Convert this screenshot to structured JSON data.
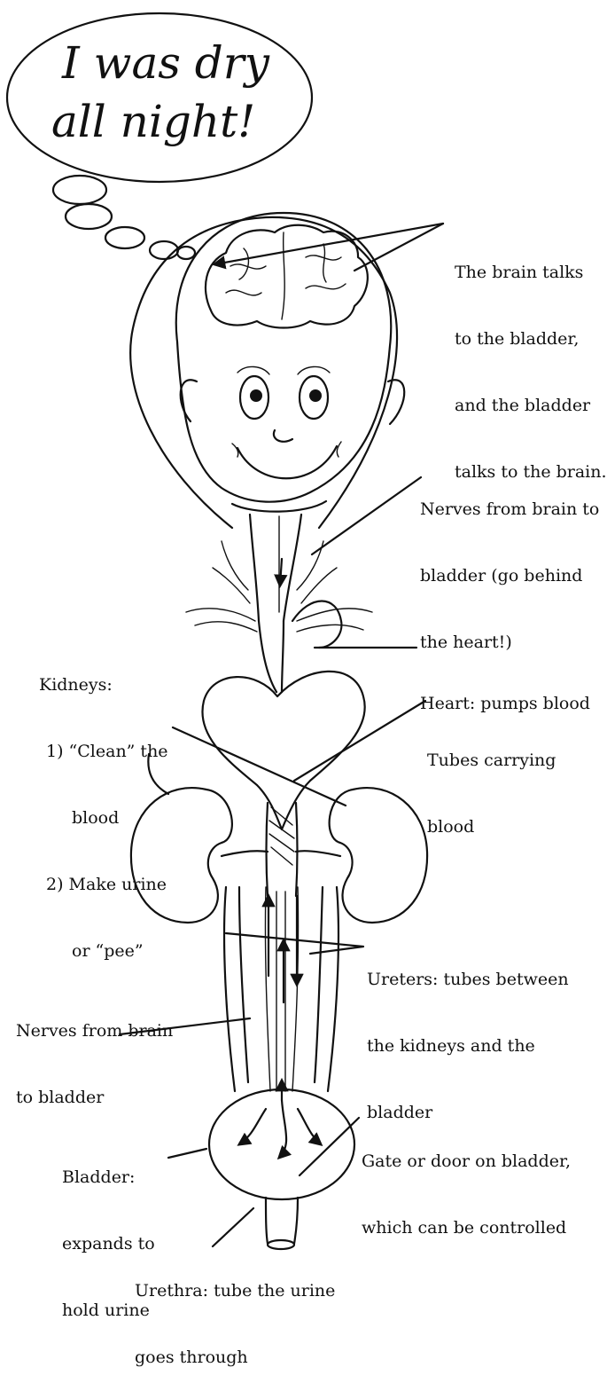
{
  "speech_bubble": {
    "line1": "I was dry",
    "line2": "all night!"
  },
  "labels": {
    "brain": [
      "The brain talks",
      "to the bladder,",
      "and the bladder",
      "talks to the brain."
    ],
    "nerves_upper": [
      "Nerves from brain to",
      "bladder (go behind",
      "the heart!)"
    ],
    "kidneys": [
      "Kidneys:",
      "1) “Clean” the",
      "blood",
      "2) Make urine",
      "or “pee”"
    ],
    "heart": [
      "Heart: pumps blood"
    ],
    "tubes": [
      "Tubes carrying",
      "blood"
    ],
    "ureters": [
      "Ureters: tubes between",
      "the kidneys and the",
      "bladder"
    ],
    "nerves_lower": [
      "Nerves from brain",
      "to bladder"
    ],
    "bladder": [
      "Bladder:",
      "expands to",
      "hold urine"
    ],
    "gate": [
      "Gate or door on bladder,",
      "which can be controlled"
    ],
    "urethra": [
      "Urethra: tube the urine",
      "goes through"
    ]
  }
}
